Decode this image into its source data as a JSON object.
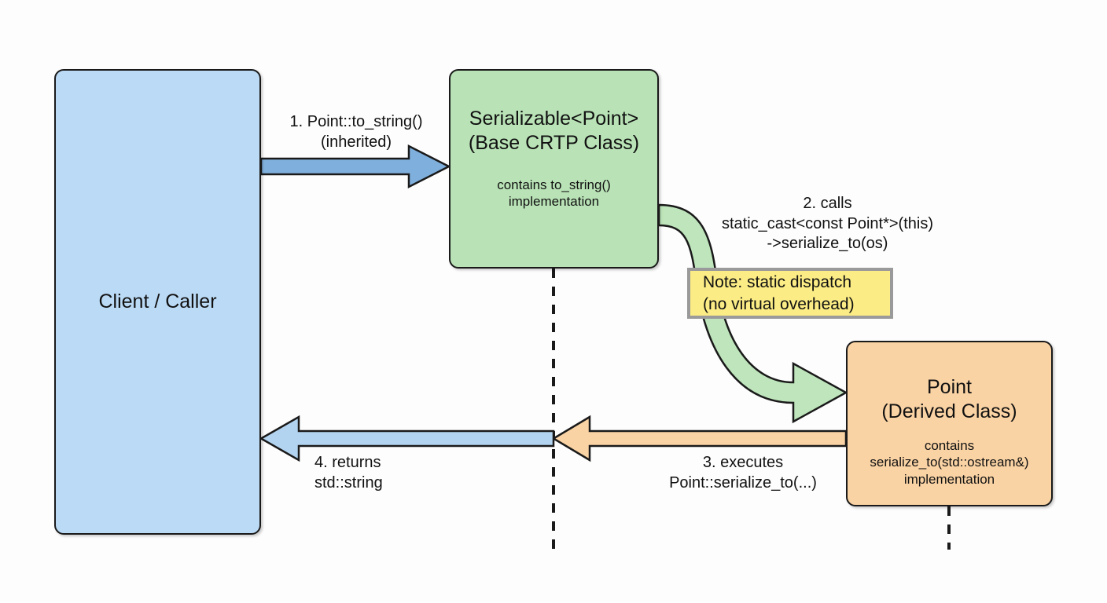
{
  "diagram": {
    "type": "sequence-interaction-diagram",
    "topic": "CRTP static dispatch call flow",
    "nodes": [
      {
        "id": "client",
        "name": "client-caller",
        "title": "Client / Caller",
        "subtitle": "",
        "fill": "#bbdaf5",
        "stroke": "#1a1a1a"
      },
      {
        "id": "base",
        "name": "serializable-base-class",
        "title": "Serializable<Point>\n(Base CRTP Class)",
        "subtitle": "contains to_string()\nimplementation",
        "fill": "#b9e3b6",
        "stroke": "#1a1a1a"
      },
      {
        "id": "derived",
        "name": "point-derived-class",
        "title": "Point\n(Derived Class)",
        "subtitle": "contains\nserialize_to(std::ostream&)\nimplementation",
        "fill": "#fad3a4",
        "stroke": "#1a1a1a"
      }
    ],
    "note": {
      "name": "static-dispatch-note",
      "text": "Note: static dispatch\n(no virtual overhead)",
      "fill": "#fbec85",
      "border": "#9a9a9a"
    },
    "edges": [
      {
        "id": "e1",
        "name": "call-to-string-arrow",
        "label": "1. Point::to_string()\n(inherited)",
        "from": "client",
        "to": "base",
        "color": "#7fb0dd",
        "style": "straight-block-arrow"
      },
      {
        "id": "e2",
        "name": "static-cast-call-arrow",
        "label": "2. calls\nstatic_cast<const Point*>(this)\n->serialize_to(os)",
        "from": "base",
        "to": "derived",
        "color": "#b9e3b6",
        "style": "curved-block-arrow"
      },
      {
        "id": "e3",
        "name": "executes-serialize-to-arrow",
        "label": "3. executes\nPoint::serialize_to(...)",
        "from": "derived",
        "to": "base-lifeline",
        "color": "#fad3a4",
        "style": "straight-block-arrow"
      },
      {
        "id": "e4",
        "name": "returns-string-arrow",
        "label": "4. returns\nstd::string",
        "from": "base-lifeline",
        "to": "client",
        "color": "#b3d4f0",
        "style": "straight-block-arrow"
      }
    ],
    "lifelines": [
      {
        "name": "base-lifeline",
        "owner": "base"
      },
      {
        "name": "derived-lifeline",
        "owner": "derived"
      }
    ]
  }
}
